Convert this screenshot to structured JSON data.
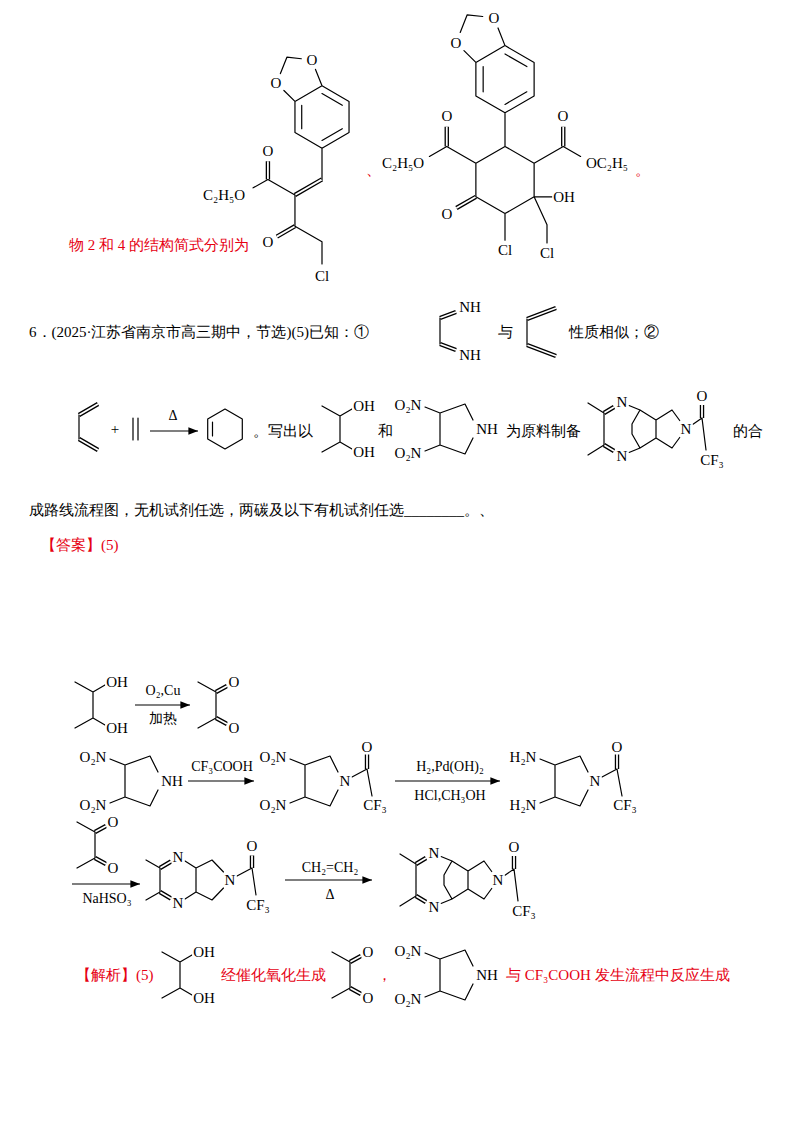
{
  "diagram": {
    "labels": [
      "物 2 和 4 的结构简式分别为",
      "O",
      "O",
      "O",
      "C₂H₅O",
      "O",
      "Cl",
      "、",
      "O",
      "O",
      "O",
      "O",
      "C₂H₅O",
      "OC₂H₅",
      "。",
      "OH",
      "O",
      "Cl",
      "Cl",
      "6．(2025·江苏省南京市高三期中，节选)(5)已知：①",
      "NH",
      "NH",
      "与",
      "性质相似；②",
      "+",
      "Δ",
      "。写出以",
      "OH",
      "OH",
      "和",
      "O₂N",
      "O₂N",
      "NH",
      "为原料制备",
      "N",
      "O",
      "N",
      "N",
      "CF₃",
      "的合",
      "成路线流程图，无机试剂任选，两碳及以下有机试剂任选________。、",
      "【答案】(5)",
      "OH",
      "O₂,Cu",
      "O",
      "OH",
      "加热",
      "O",
      "O₂N",
      "CF₃COOH",
      "O₂N",
      "O",
      "H₂,Pd(OH)₂",
      "H₂N",
      "O",
      "NH",
      "N",
      "N",
      "HCl,CH₃OH",
      "O₂N",
      "O₂N",
      "CF₃",
      "H₂N",
      "CF₃",
      "O",
      "O",
      "N",
      "O",
      "CH₂=CH₂",
      "N",
      "O",
      "N",
      "N",
      "NaHSO₃",
      "Δ",
      "N",
      "CF₃",
      "N",
      "CF₃",
      "【解析】(5)",
      "OH",
      "OH",
      "经催化氧化生成",
      "O",
      "O",
      "，",
      "O₂N",
      "O₂N",
      "NH",
      "与 CF₃COOH 发生流程中反应生成"
    ]
  }
}
